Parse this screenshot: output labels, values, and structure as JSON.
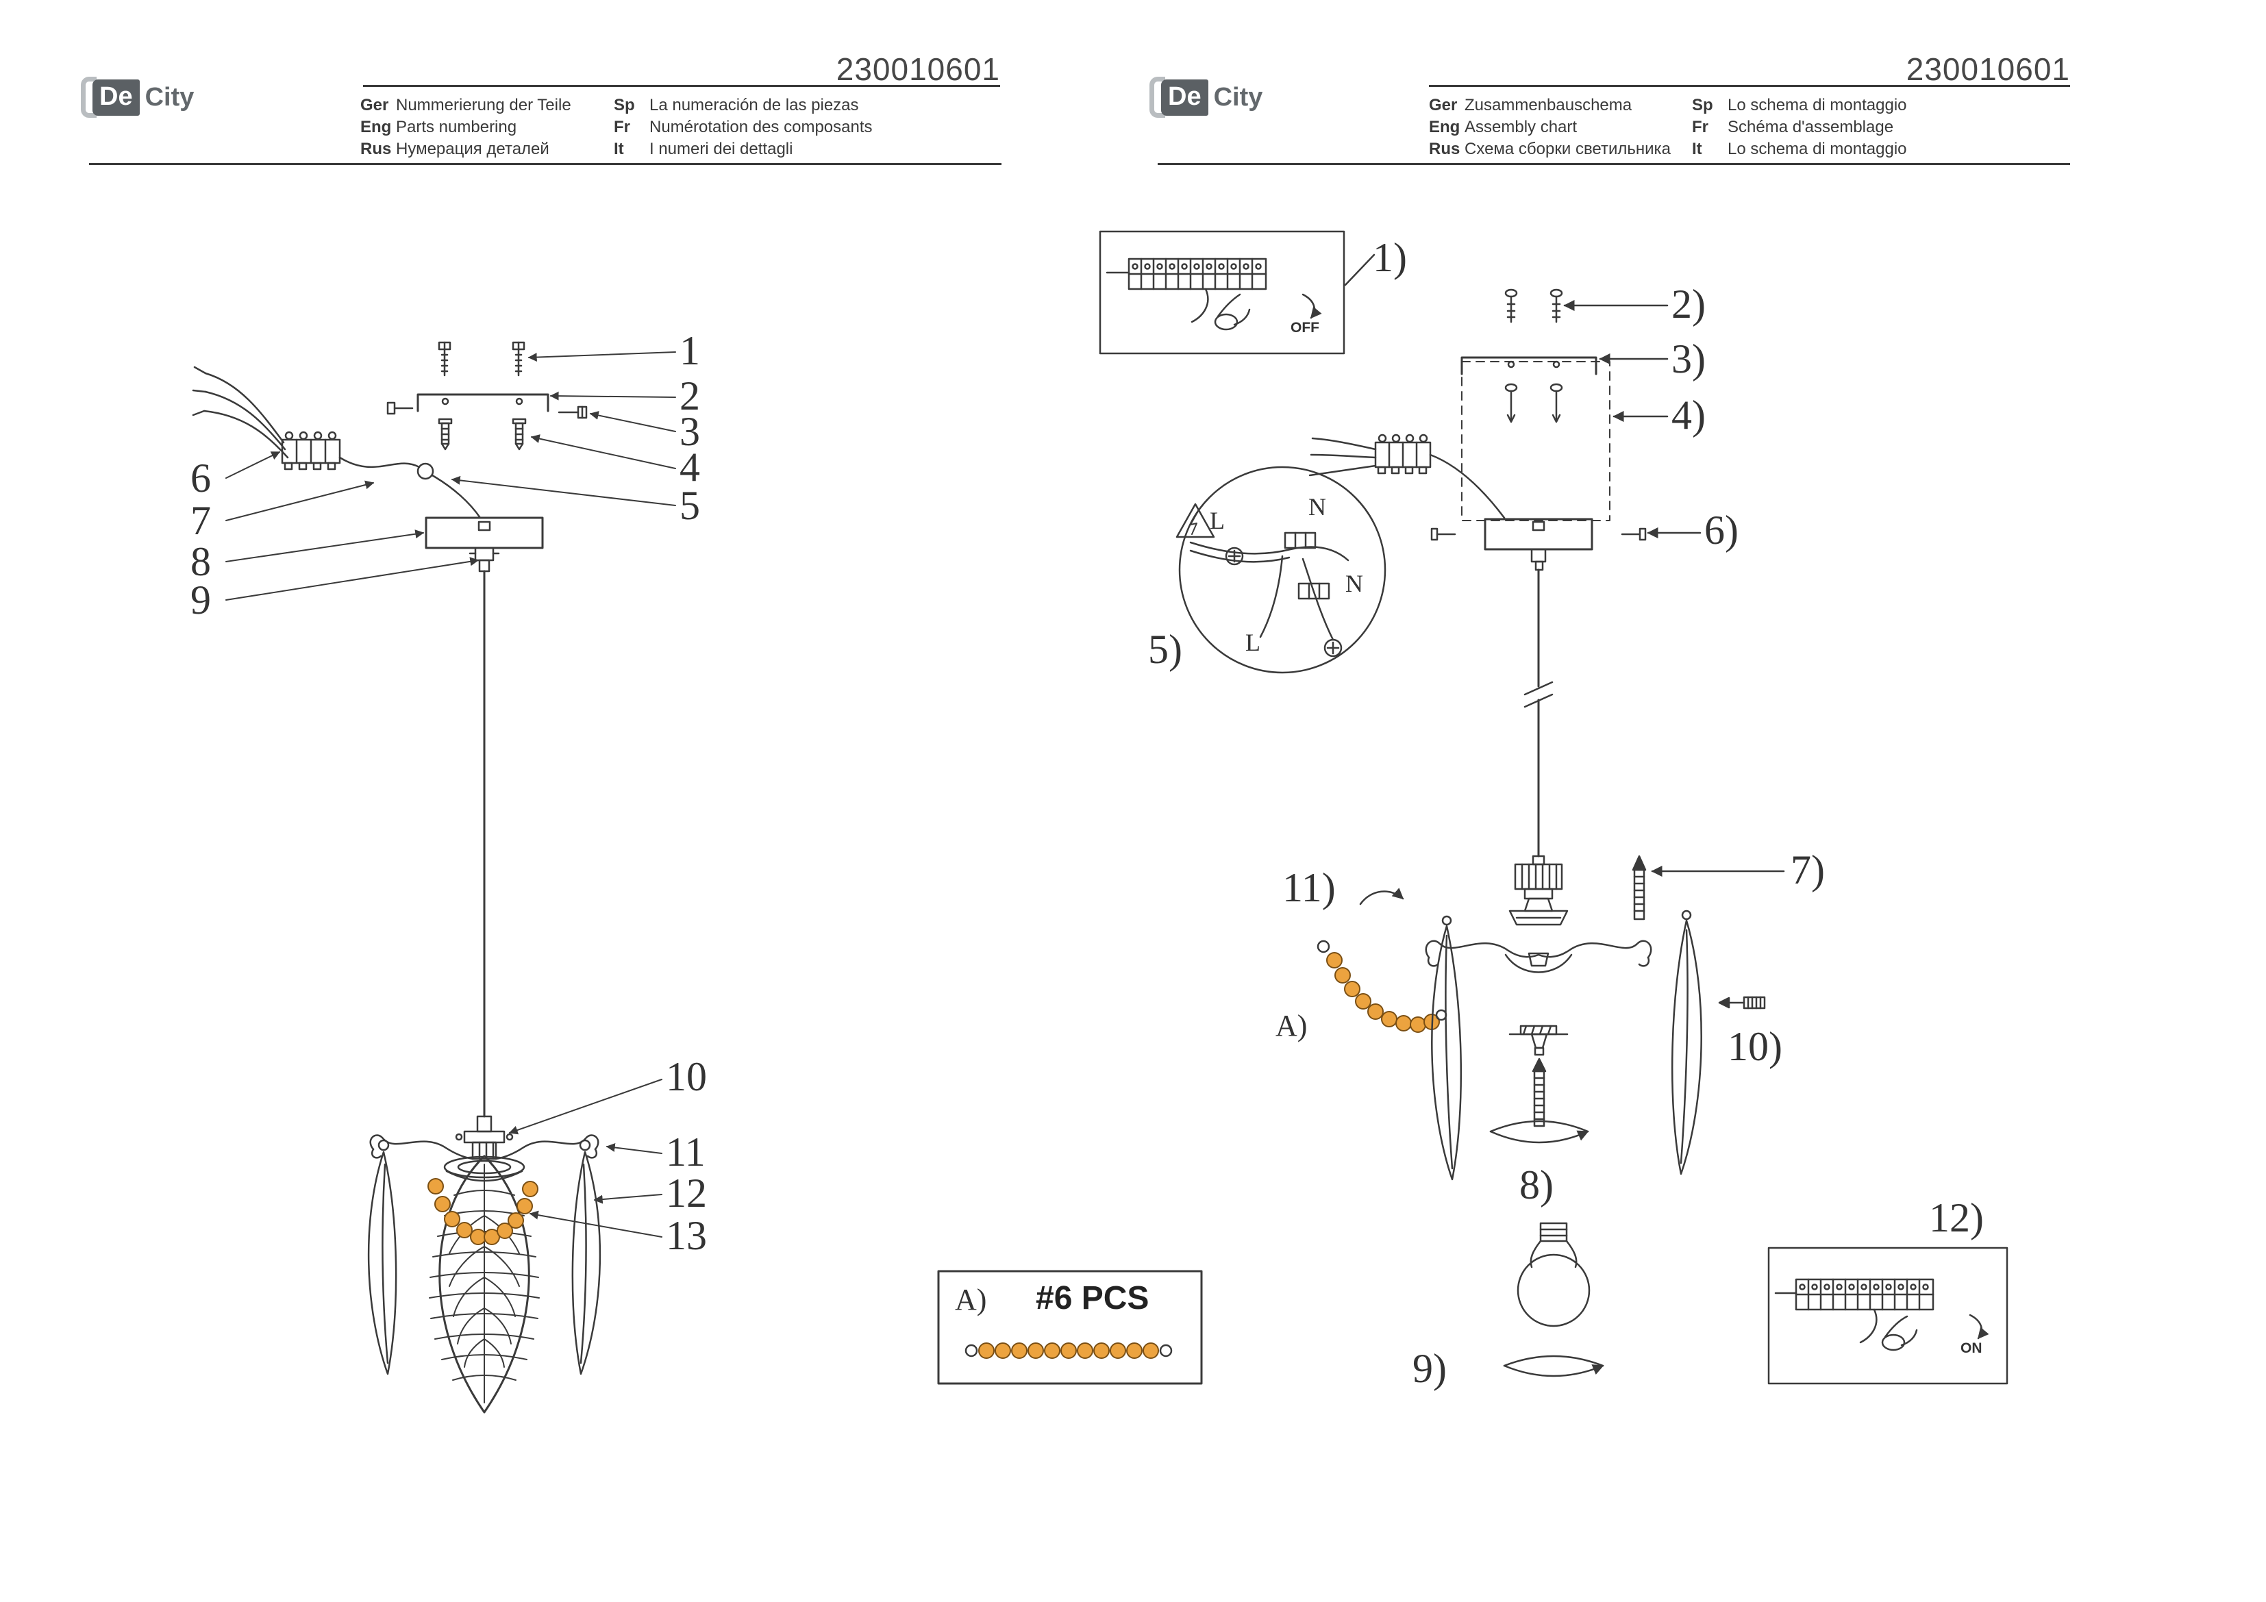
{
  "doc": {
    "number": "230010601"
  },
  "brand": {
    "block": "De",
    "rest": "City"
  },
  "left_page": {
    "number": "230010601",
    "languages": [
      {
        "code": "Ger",
        "text": "Nummerierung der Teile"
      },
      {
        "code": "Eng",
        "text": "Parts numbering"
      },
      {
        "code": "Rus",
        "text": "Нумерация деталей"
      },
      {
        "code": "Sp",
        "text": "La numeración de las piezas"
      },
      {
        "code": "Fr",
        "text": "Numérotation des composants"
      },
      {
        "code": "It",
        "text": "I numeri dei dettagli"
      }
    ],
    "callouts": [
      "1",
      "2",
      "3",
      "4",
      "5",
      "6",
      "7",
      "8",
      "9",
      "10",
      "11",
      "12",
      "13"
    ]
  },
  "right_page": {
    "number": "230010601",
    "languages": [
      {
        "code": "Ger",
        "text": "Zusammenbauschema"
      },
      {
        "code": "Eng",
        "text": "Assembly chart"
      },
      {
        "code": "Rus",
        "text": "Схема сборки светильника"
      },
      {
        "code": "Sp",
        "text": "Lo schema di montaggio"
      },
      {
        "code": "Fr",
        "text": "Schéma d'assemblage"
      },
      {
        "code": "It",
        "text": "Lo schema di montaggio"
      }
    ],
    "callouts": [
      "1)",
      "2)",
      "3)",
      "4)",
      "5)",
      "6)",
      "7)",
      "8)",
      "9)",
      "10)",
      "11)",
      "12)"
    ],
    "step_a_label": "A)",
    "switch_off": "OFF",
    "switch_on": "ON",
    "wiring": {
      "l_top": "L",
      "n_top": "N",
      "n_right": "N",
      "l_bottom": "L"
    }
  },
  "parts_box": {
    "label": "A)",
    "quantity": "#6 PCS"
  },
  "colors": {
    "line": "#3a3a3a",
    "bead_fill": "#eca33f",
    "bead_stroke": "#7a4f14"
  }
}
